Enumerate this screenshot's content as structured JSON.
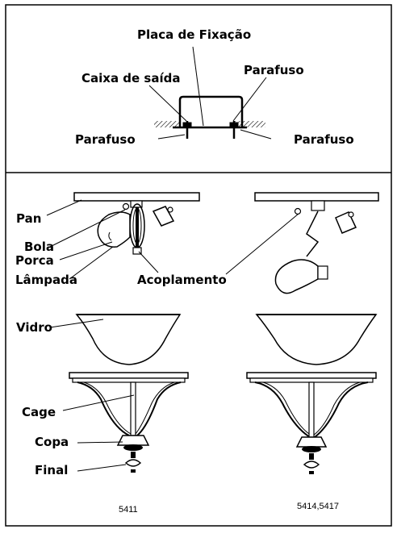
{
  "top_section": {
    "labels": {
      "mounting_plate": "Placa de Fixação",
      "outlet_box": "Caixa de saída",
      "screw_top_right": "Parafuso",
      "screw_left": "Parafuso",
      "screw_right": "Parafuso"
    }
  },
  "bottom_section": {
    "labels": {
      "pan": "Pan",
      "ball": "Bola",
      "nut": "Porca",
      "bulb": "Lâmpada",
      "coupling": "Acoplamento",
      "glass": "Vidro",
      "cage": "Cage",
      "cup": "Copa",
      "finial": "Final"
    },
    "models": {
      "left": "5411",
      "right": "5414,5417"
    }
  }
}
